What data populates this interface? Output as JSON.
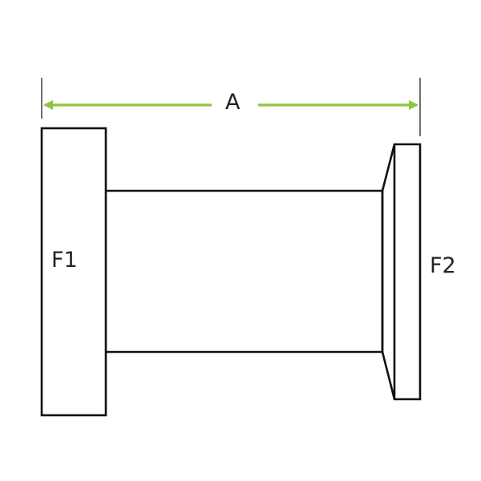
{
  "diagram": {
    "dimension_label": "A",
    "left_flange_label": "F1",
    "right_flange_label": "F2"
  },
  "colors": {
    "outline": "#111111",
    "dimension_line": "#8cc63f",
    "text": "#222222",
    "background": "#ffffff"
  }
}
